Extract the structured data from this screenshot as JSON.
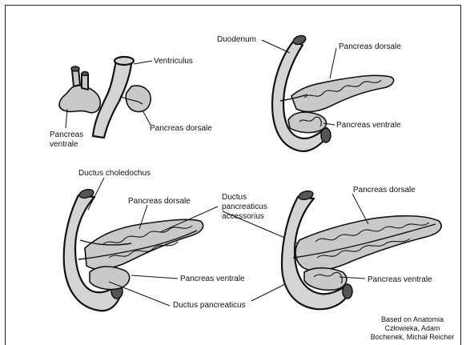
{
  "labels": {
    "ventriculus": "Ventriculus",
    "pancreas_dorsale_1": "Pancreas dorsale",
    "pancreas_ventrale_1a": "Pancreas",
    "pancreas_ventrale_1b": "ventrale",
    "duodenum": "Duodenum",
    "pancreas_dorsale_2": "Pancreas dorsale",
    "pancreas_ventrale_2": "Pancreas ventrale",
    "ductus_choledochus": "Ductus choledochus",
    "pancreas_dorsale_3": "Pancreas dorsale",
    "ductus_accessorius_1": "Ductus",
    "ductus_accessorius_2": "pancreaticus",
    "ductus_accessorius_3": "accessorius",
    "pancreas_ventrale_3": "Pancreas ventrale",
    "ductus_pancreaticus": "Ductus pancreaticus",
    "pancreas_dorsale_4": "Pancreas dorsale",
    "pancreas_ventrale_4": "Pancreas ventrale"
  },
  "credit": {
    "line1": "Based on Anatomia",
    "line2": "Człowieka, Adam",
    "line3": "Bochenek, Michał Reicher"
  }
}
